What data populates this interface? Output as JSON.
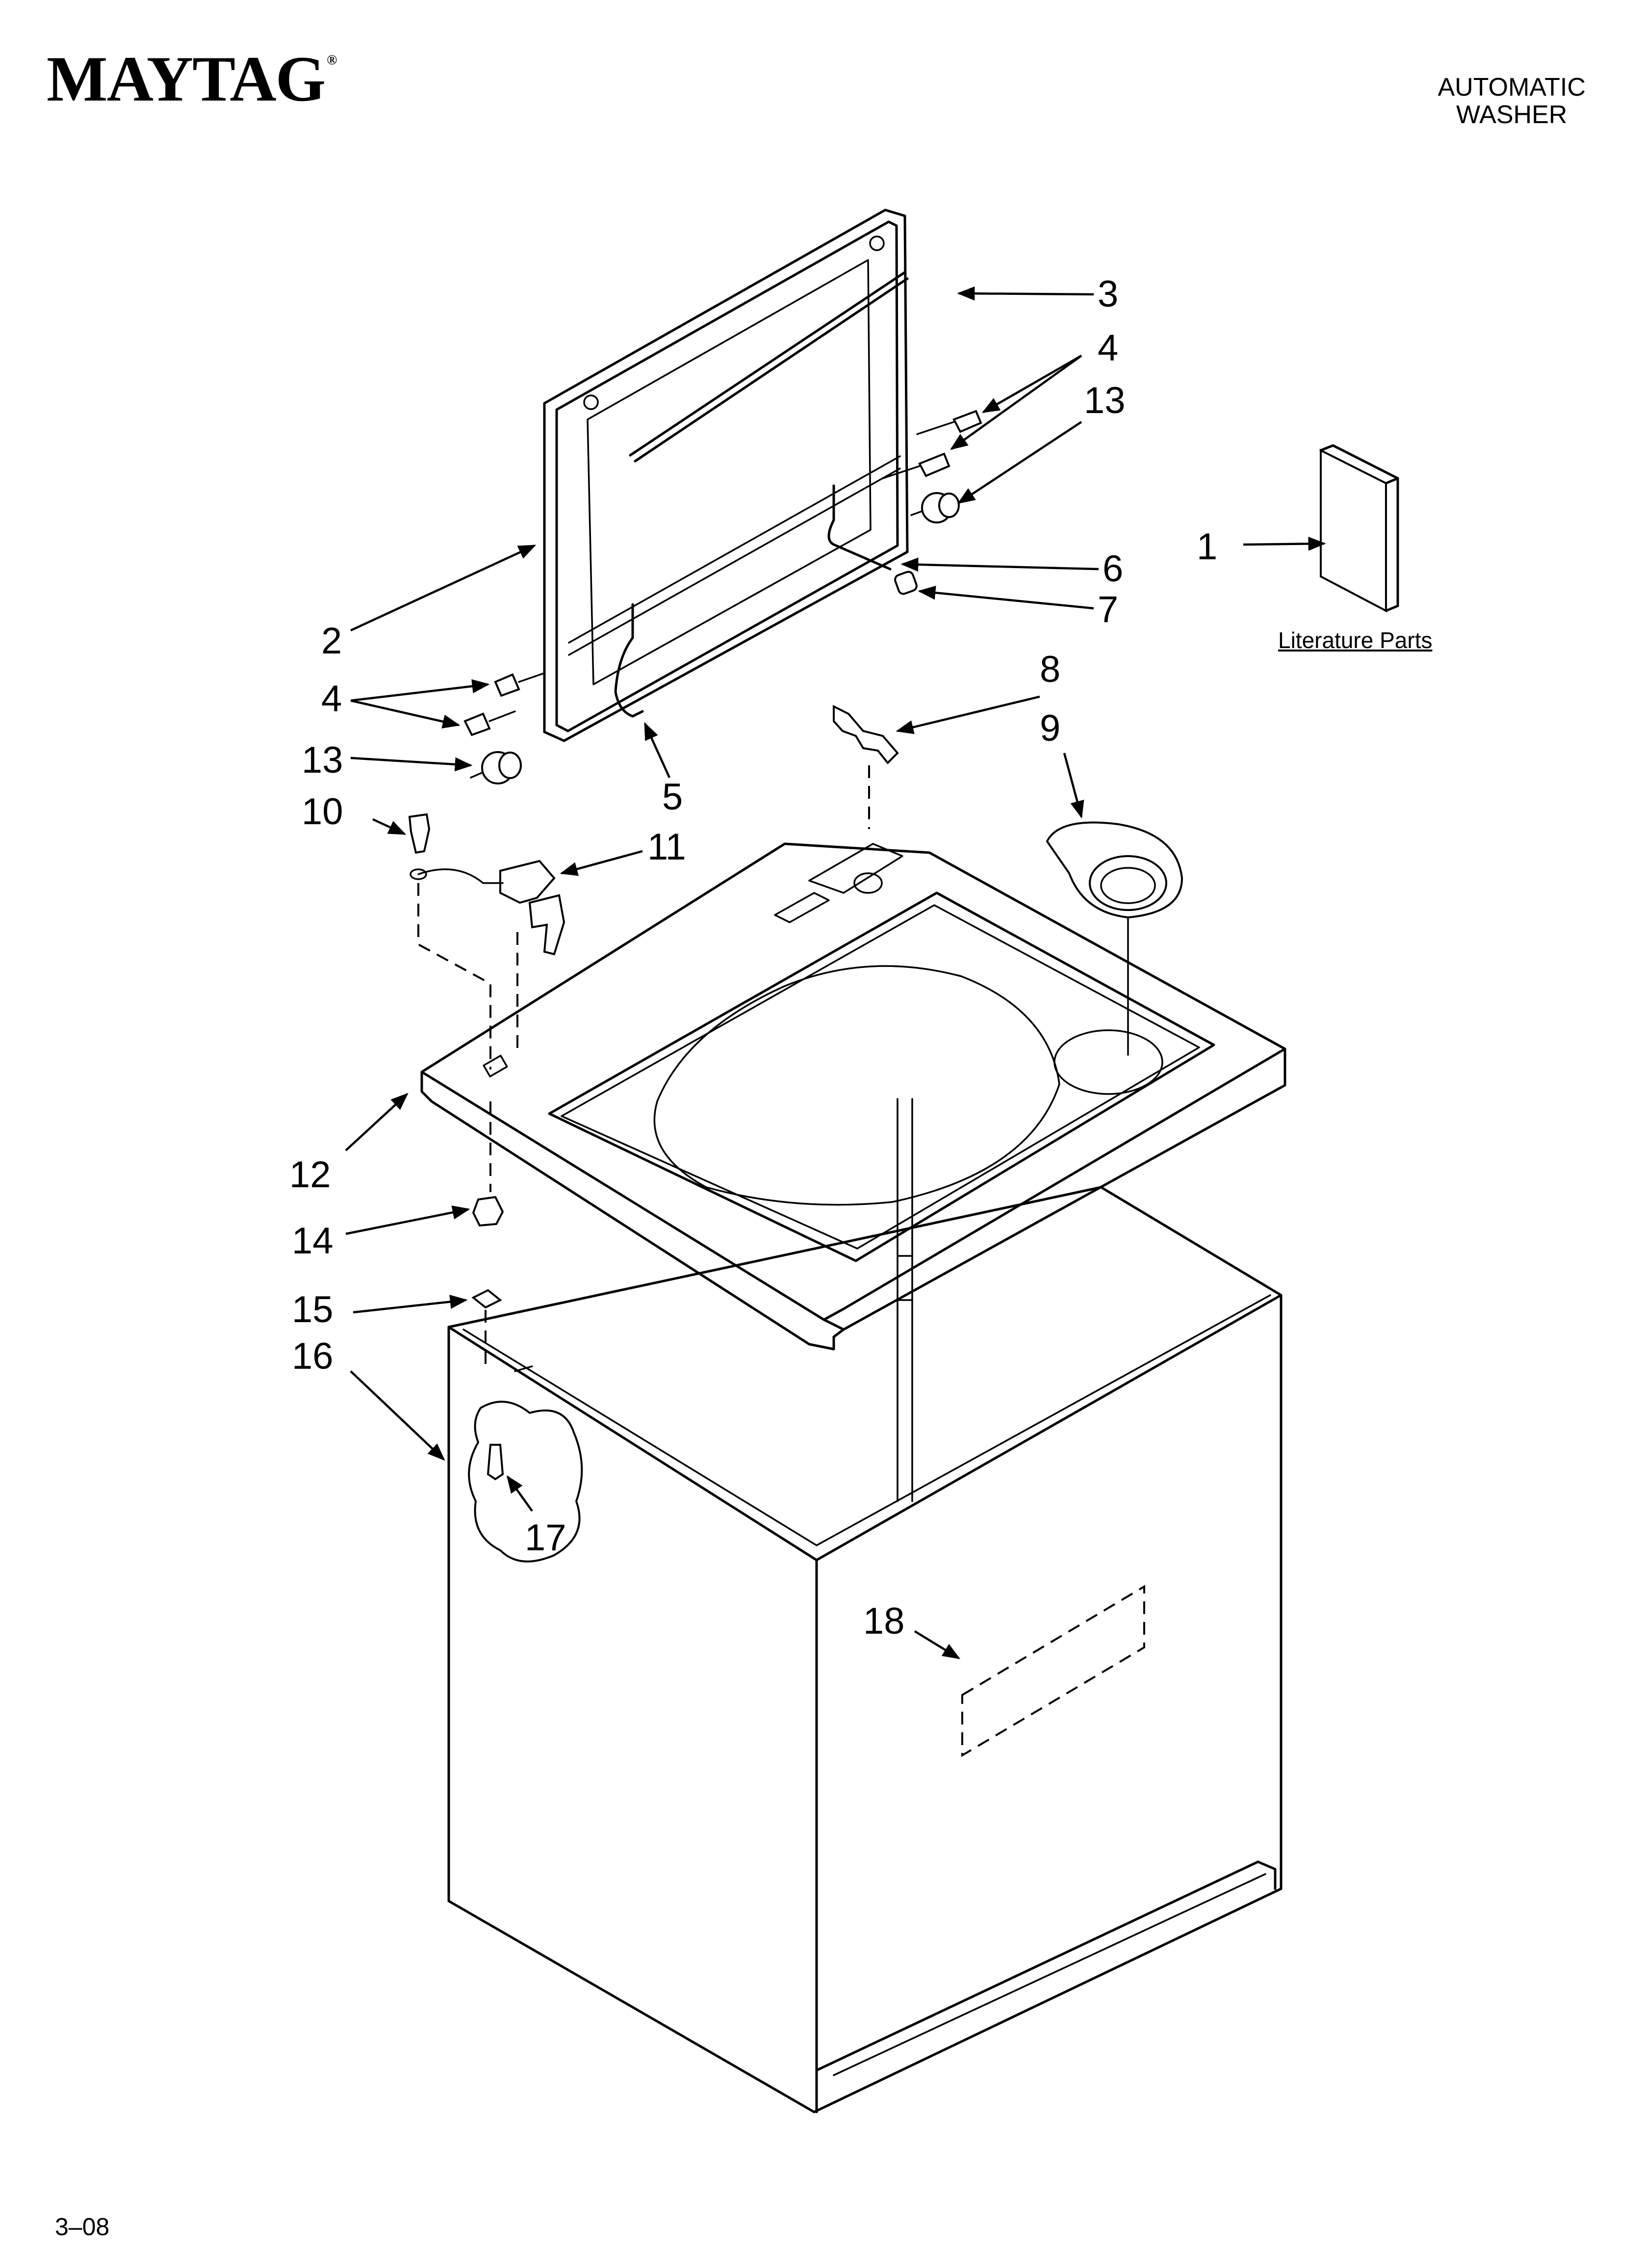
{
  "header": {
    "brand": "MAYTAG",
    "brand_mark": "®",
    "subtitle_line1": "AUTOMATIC",
    "subtitle_line2": "WASHER"
  },
  "diagram": {
    "literature_label": "Literature Parts",
    "callouts": {
      "c1": "1",
      "c2": "2",
      "c3": "3",
      "c4a": "4",
      "c4b": "4",
      "c5": "5",
      "c6": "6",
      "c7": "7",
      "c8": "8",
      "c9": "9",
      "c10": "10",
      "c11": "11",
      "c12": "12",
      "c13a": "13",
      "c13b": "13",
      "c14": "14",
      "c15": "15",
      "c16": "16",
      "c17": "17",
      "c18": "18"
    }
  },
  "footer": {
    "page_number": "3–08"
  }
}
